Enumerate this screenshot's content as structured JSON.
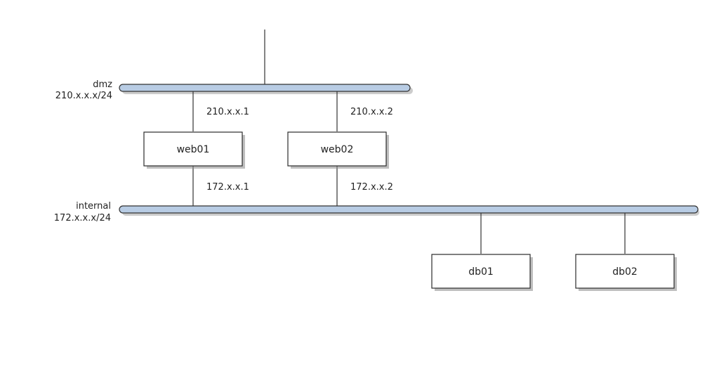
{
  "networks": {
    "dmz": {
      "name": "dmz",
      "cidr": "210.x.x.x/24",
      "color": "#b8cce4"
    },
    "internal": {
      "name": "internal",
      "cidr": "172.x.x.x/24",
      "color": "#b8cce4"
    }
  },
  "nodes": {
    "web01": {
      "label": "web01",
      "dmz_address": "210.x.x.1",
      "internal_address": "172.x.x.1"
    },
    "web02": {
      "label": "web02",
      "dmz_address": "210.x.x.2",
      "internal_address": "172.x.x.2"
    },
    "db01": {
      "label": "db01"
    },
    "db02": {
      "label": "db02"
    }
  }
}
